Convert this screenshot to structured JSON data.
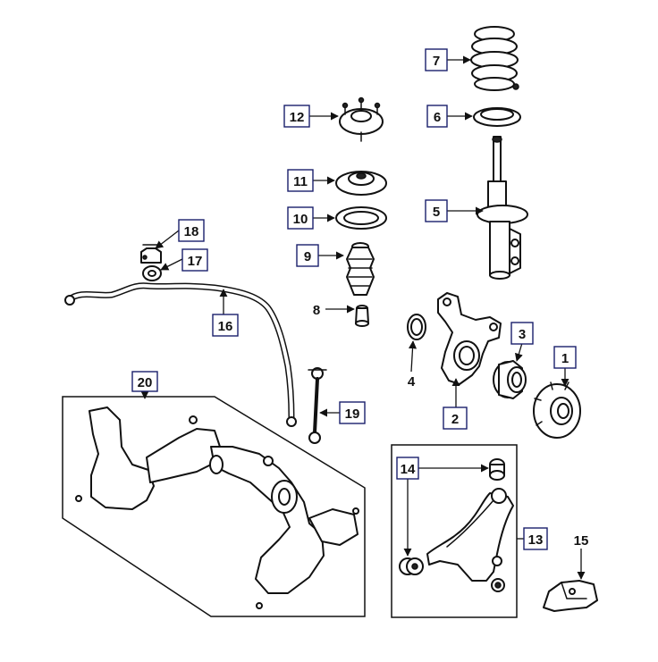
{
  "callouts": {
    "c1": "1",
    "c2": "2",
    "c3": "3",
    "c4": "4",
    "c5": "5",
    "c6": "6",
    "c7": "7",
    "c8": "8",
    "c9": "9",
    "c10": "10",
    "c11": "11",
    "c12": "12",
    "c13": "13",
    "c14": "14",
    "c15": "15",
    "c16": "16",
    "c17": "17",
    "c18": "18",
    "c19": "19",
    "c20": "20"
  },
  "colors": {
    "callout_border": "#1a1f6b",
    "ink": "#111111",
    "background": "#ffffff"
  }
}
